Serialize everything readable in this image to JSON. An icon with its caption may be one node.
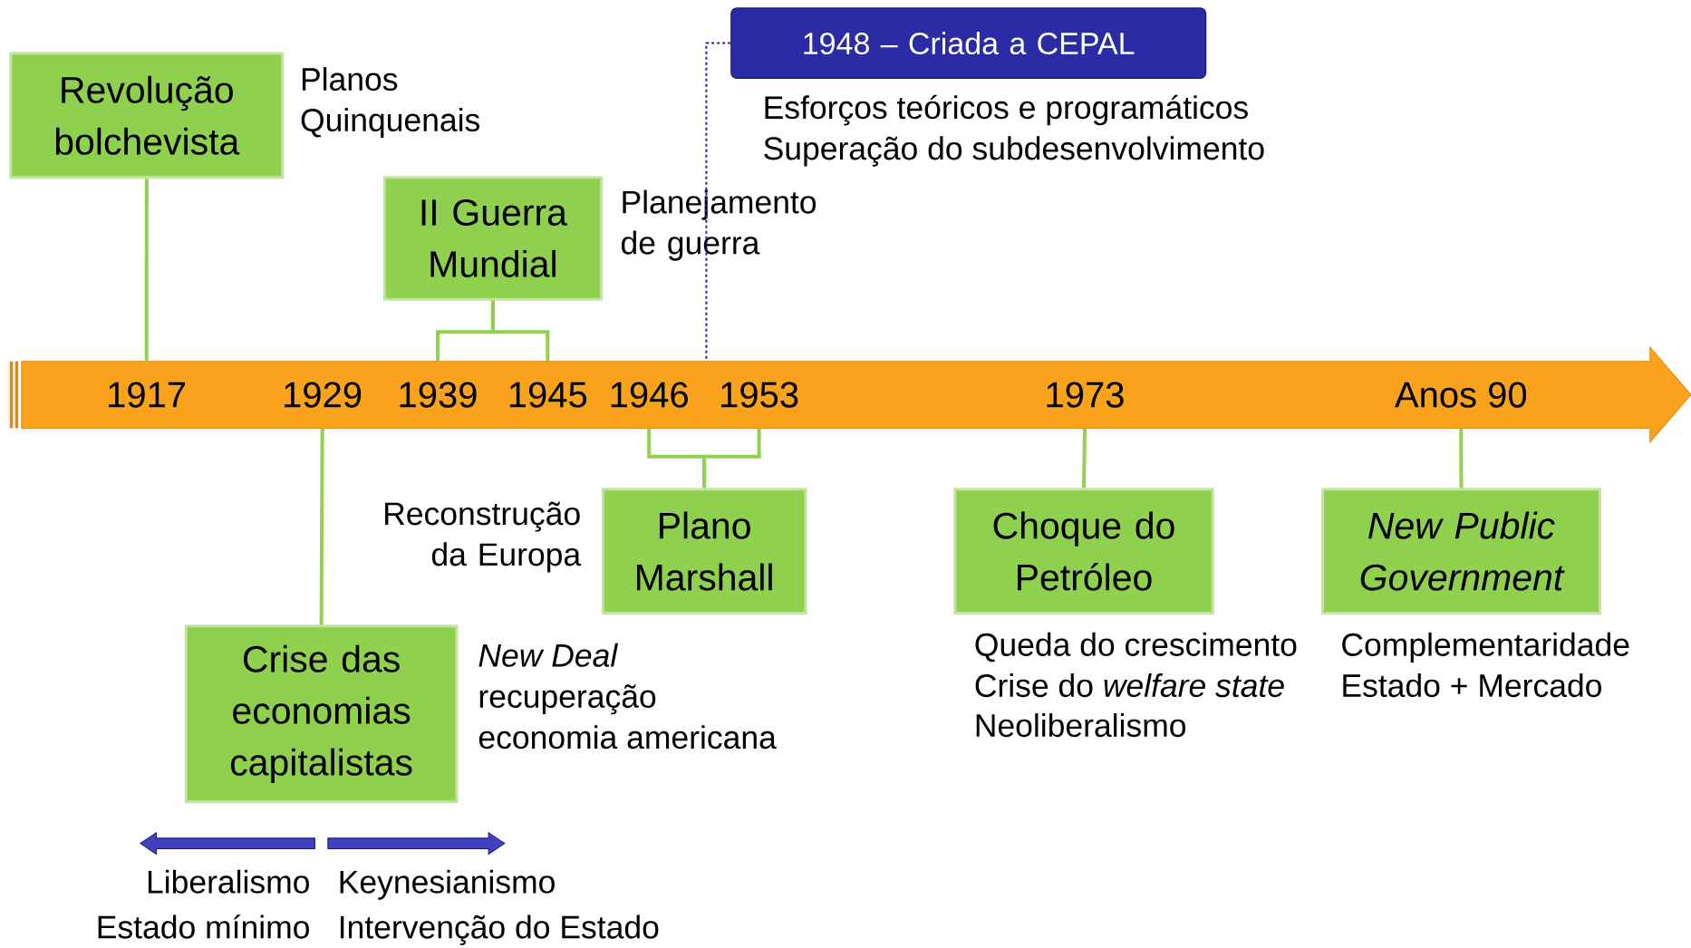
{
  "diagram": {
    "nodes": [
      {
        "text": [
          "Revolução bolchevista"
        ],
        "beside": [
          "Planos Quinquenais"
        ]
      },
      {
        "text": [
          "II Guerra Mundial"
        ],
        "beside": [
          "Planejamento de guerra"
        ]
      },
      {
        "text": [
          "1948 – Criada a CEPAL"
        ],
        "beside": [
          "Esforços teóricos e programáticos",
          "Superação do subdesenvolvimento"
        ]
      },
      {
        "text": [],
        "shape": "arrow"
      },
      {
        "text": [
          "1917"
        ],
        "in": 3
      },
      {
        "text": [
          "1929"
        ],
        "in": 3
      },
      {
        "text": [
          "1939"
        ],
        "in": 3
      },
      {
        "text": [
          "1945"
        ],
        "in": 3
      },
      {
        "text": [
          "1946"
        ],
        "in": 3
      },
      {
        "text": [
          "1953"
        ],
        "in": 3
      },
      {
        "text": [
          "1973"
        ],
        "in": 3
      },
      {
        "text": [
          "Anos 90"
        ],
        "in": 3
      },
      {
        "text": [
          "Plano Marshall"
        ],
        "beside": [
          "Reconstrução da Europa"
        ]
      },
      {
        "text": [
          "Choque do Petróleo"
        ],
        "beside": [
          "Queda do crescimento",
          "Crise do *welfare state*",
          "Neoliberalismo"
        ]
      },
      {
        "text": [
          "New Public Government"
        ],
        "beside": [
          "Complementaridade",
          "Estado + Mercado"
        ]
      },
      {
        "text": [
          "Crise das economias capitalistas"
        ],
        "beside": [
          "New Deal",
          "recuperação",
          "economia americana"
        ]
      }
    ],
    "edges": [
      {
        "from": 0,
        "to": 4,
        "arrow": "none"
      },
      {
        "from": 15,
        "to": 5,
        "arrow": "none"
      },
      {
        "from": 1,
        "to": 6,
        "arrow": "none"
      },
      {
        "from": 1,
        "to": 7,
        "arrow": "none"
      },
      {
        "from": 2,
        "to": 3,
        "arrow": "none",
        "style": "dashed",
        "color": "#1a1acc"
      },
      {
        "from": 12,
        "to": 8,
        "arrow": "none"
      },
      {
        "from": 12,
        "to": 9,
        "arrow": "none"
      },
      {
        "from": 13,
        "to": 10,
        "arrow": "none"
      },
      {
        "from": 14,
        "to": 11,
        "arrow": "none"
      }
    ],
    "labels": [
      "Liberalismo",
      "Keynesianismo",
      "Estado mínimo",
      "Intervenção do Estado"
    ]
  }
}
